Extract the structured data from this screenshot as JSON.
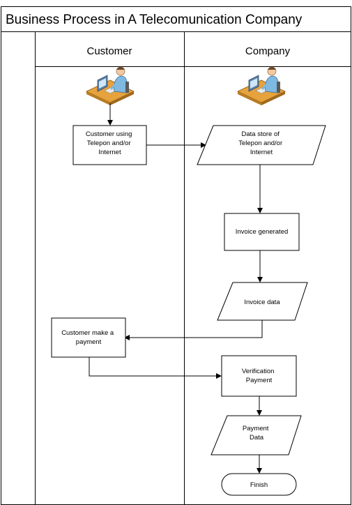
{
  "title": "Business Process in A Telecomunication Company",
  "lanes": [
    {
      "label": "Customer"
    },
    {
      "label": "Company"
    }
  ],
  "icons": [
    {
      "name": "person-at-computer-icon",
      "lane": "Customer"
    },
    {
      "name": "person-at-computer-icon",
      "lane": "Company"
    }
  ],
  "nodes": [
    {
      "id": "customer-using",
      "shape": "process",
      "lane": "Customer",
      "lines": [
        "Customer using",
        "Telepon and/or",
        "Internet"
      ]
    },
    {
      "id": "data-store",
      "shape": "data",
      "lane": "Company",
      "lines": [
        "Data store of",
        "Telepon and/or",
        "Internet"
      ]
    },
    {
      "id": "invoice-generated",
      "shape": "process",
      "lane": "Company",
      "lines": [
        "Invoice generated"
      ]
    },
    {
      "id": "invoice-data",
      "shape": "data",
      "lane": "Company",
      "lines": [
        "Invoice data"
      ]
    },
    {
      "id": "customer-payment",
      "shape": "process",
      "lane": "Customer",
      "lines": [
        "Customer make a",
        "payment"
      ]
    },
    {
      "id": "verification-payment",
      "shape": "process",
      "lane": "Company",
      "lines": [
        "Verification",
        "Payment"
      ]
    },
    {
      "id": "payment-data",
      "shape": "data",
      "lane": "Company",
      "lines": [
        "Payment",
        "Data"
      ]
    },
    {
      "id": "finish",
      "shape": "terminator",
      "lane": "Company",
      "lines": [
        "Finish"
      ]
    }
  ],
  "edges": [
    {
      "from": "customer-icon",
      "to": "customer-using"
    },
    {
      "from": "customer-using",
      "to": "data-store"
    },
    {
      "from": "data-store",
      "to": "invoice-generated"
    },
    {
      "from": "invoice-generated",
      "to": "invoice-data"
    },
    {
      "from": "invoice-data",
      "to": "customer-payment"
    },
    {
      "from": "customer-payment",
      "to": "verification-payment"
    },
    {
      "from": "verification-payment",
      "to": "payment-data"
    },
    {
      "from": "payment-data",
      "to": "finish"
    }
  ],
  "colors": {
    "stroke": "#000000",
    "fill": "#ffffff",
    "icon_desk": "#e6a23c",
    "icon_person": "#7fb8e0",
    "icon_skin": "#f2c9a0",
    "icon_monitor": "#5b7fa8"
  }
}
